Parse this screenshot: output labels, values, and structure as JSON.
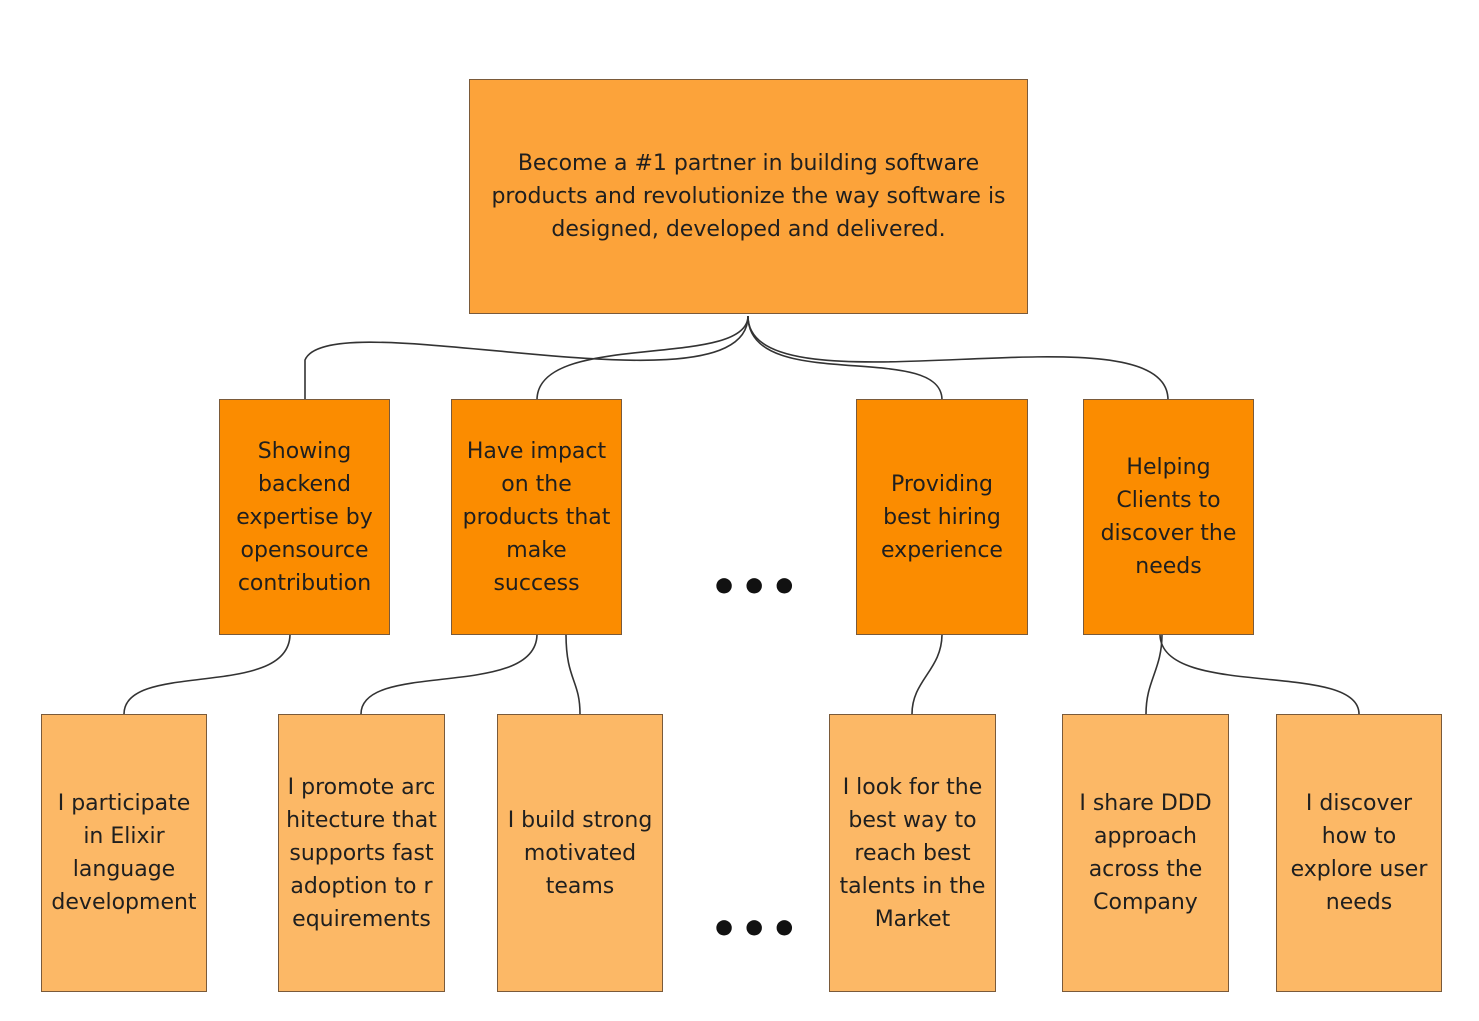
{
  "root": {
    "text": "Become a #1 partner in building software products and revolutionize the way software is designed, developed and delivered."
  },
  "level1": [
    {
      "text": "Showing backend expertise by opensource contribution"
    },
    {
      "text": "Have impact on the products that make success"
    },
    {
      "text": "Providing best hiring experience"
    },
    {
      "text": "Helping Clients to discover the needs"
    }
  ],
  "level2": [
    {
      "text": "I participate in Elixir language development"
    },
    {
      "text": "I promote architecture that supports fast adoption to requirements"
    },
    {
      "text": "I build strong motivated teams"
    },
    {
      "text": "I look for the best way to reach best talents in the Market"
    },
    {
      "text": "I share DDD approach across the Company"
    },
    {
      "text": "I discover how to explore user needs"
    }
  ],
  "ellipsis_mid": "•••",
  "ellipsis_bottom": "•••",
  "colors": {
    "root_fill": "#fca33a",
    "level1_fill": "#fb8c00",
    "level2_fill": "#fcb866",
    "connector": "#333333"
  }
}
